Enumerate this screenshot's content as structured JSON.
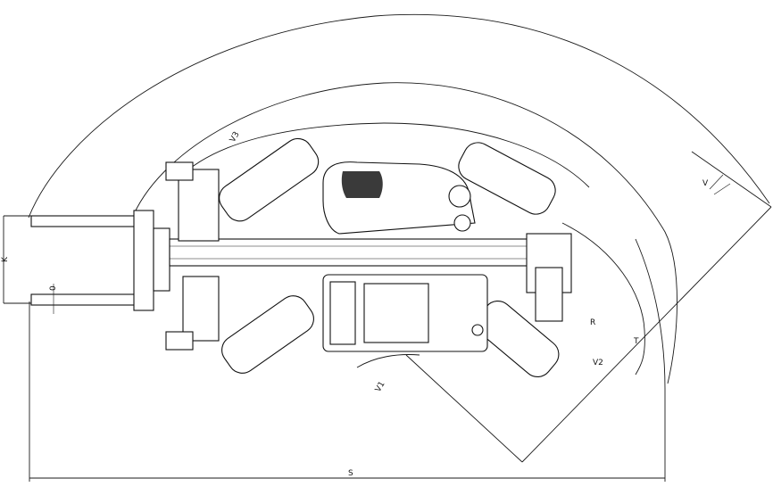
{
  "labels": {
    "k": "K",
    "o": "0",
    "v3": "V3",
    "v": "V",
    "r": "R",
    "t": "T",
    "v2": "V2",
    "v1": "V1",
    "s": "S"
  }
}
